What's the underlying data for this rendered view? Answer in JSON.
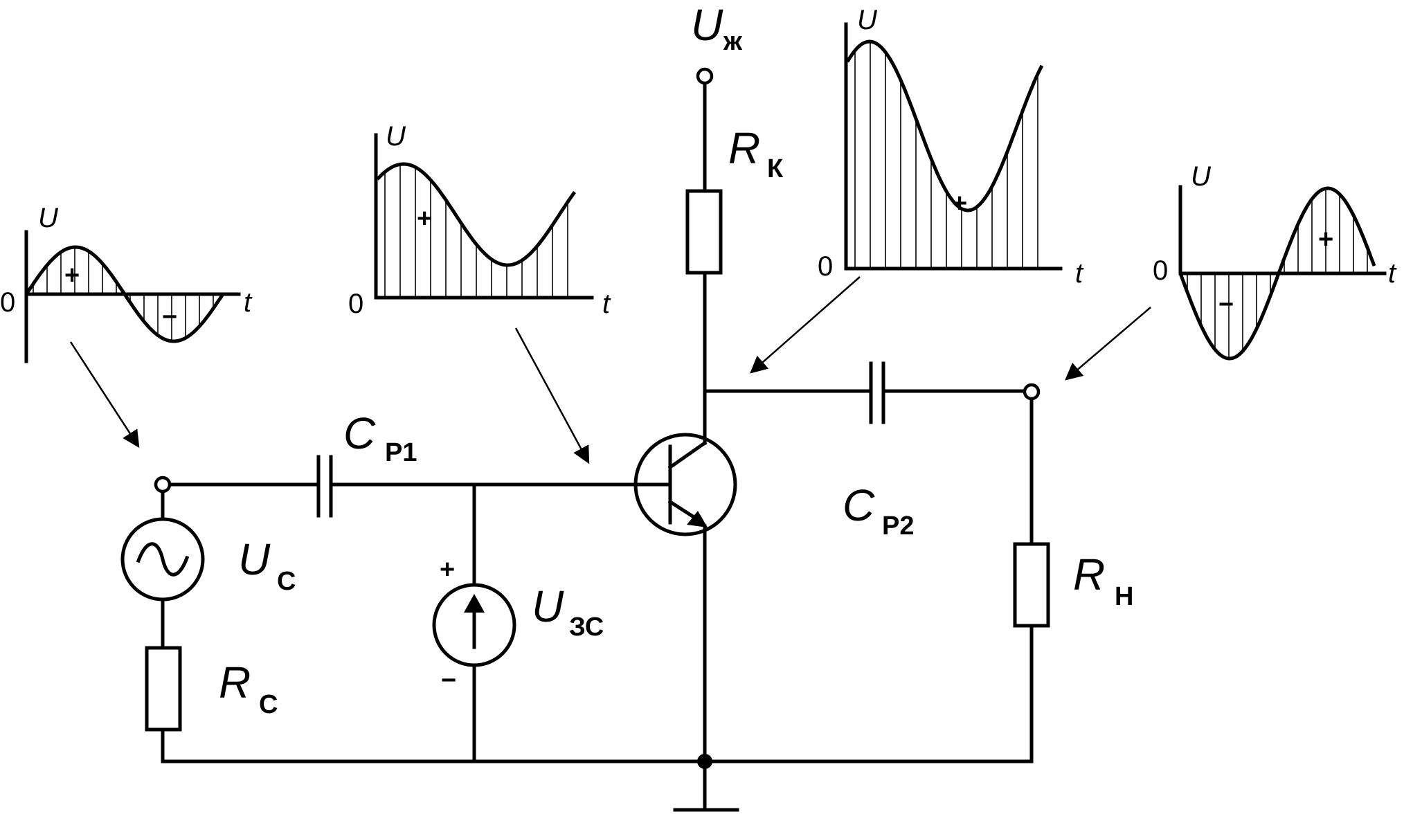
{
  "components": {
    "supply": {
      "main": "U",
      "sub": "ж"
    },
    "collector_resistor": {
      "main": "R",
      "sub": "К"
    },
    "coupling_cap_1": {
      "main": "C",
      "sub": "Р1"
    },
    "coupling_cap_2": {
      "main": "C",
      "sub": "Р2"
    },
    "signal_source": {
      "main": "U",
      "sub": "С"
    },
    "source_resistor": {
      "main": "R",
      "sub": "С"
    },
    "bias_source": {
      "main": "U",
      "sub": "ЗС",
      "plus": "+",
      "minus": "−"
    },
    "load_resistor": {
      "main": "R",
      "sub": "Н"
    }
  },
  "graphs": {
    "input_signal": {
      "y_label": "U",
      "x_label": "t",
      "origin": "0",
      "sign_pos": "+",
      "sign_neg": "−"
    },
    "base_voltage": {
      "y_label": "U",
      "x_label": "t",
      "origin": "0",
      "sign_pos": "+"
    },
    "collector_voltage": {
      "y_label": "U",
      "x_label": "t",
      "origin": "0",
      "sign_pos": "+"
    },
    "output_voltage": {
      "y_label": "U",
      "x_label": "t",
      "origin": "0",
      "sign_pos": "+",
      "sign_neg": "−"
    }
  }
}
